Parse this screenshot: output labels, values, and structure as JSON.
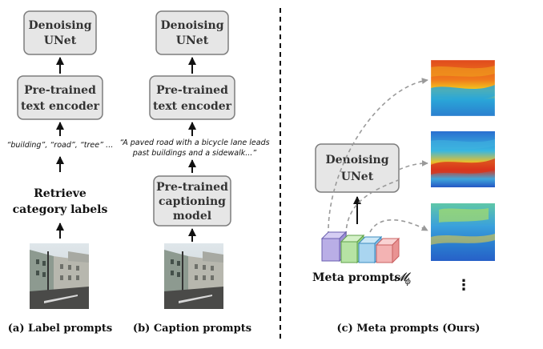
{
  "panel_a": {
    "box_top": [
      "Denoising",
      "UNet"
    ],
    "box_encoder": [
      "Pre-trained",
      "text encoder"
    ],
    "label_list": "“building”, “road”, “tree” …",
    "retrieve": [
      "Retrieve",
      "category labels"
    ],
    "caption": "(a) Label prompts"
  },
  "panel_b": {
    "box_top": [
      "Denoising",
      "UNet"
    ],
    "box_encoder": [
      "Pre-trained",
      "text encoder"
    ],
    "sentence": [
      "“A paved road with a bicycle lane leads",
      "past buildings and a sidewalk...”"
    ],
    "box_captioning": [
      "Pre-trained",
      "captioning",
      "model"
    ],
    "caption": "(b) Caption prompts"
  },
  "panel_c": {
    "box_unet": [
      "Denoising",
      "UNet"
    ],
    "meta_label": "Meta prompts",
    "meta_symbol": "𝓜",
    "meta_subscript": "ϕ",
    "ellipsis": "⋮",
    "caption": "(c) Meta prompts (Ours)"
  },
  "colors": {
    "box_fill": "#e6e6e6",
    "box_stroke": "#7d7d7d",
    "cube_purple": "#b9aee6",
    "cube_green": "#b6e3a4",
    "cube_blue": "#a9d5f0",
    "cube_red": "#f3b3b3"
  }
}
